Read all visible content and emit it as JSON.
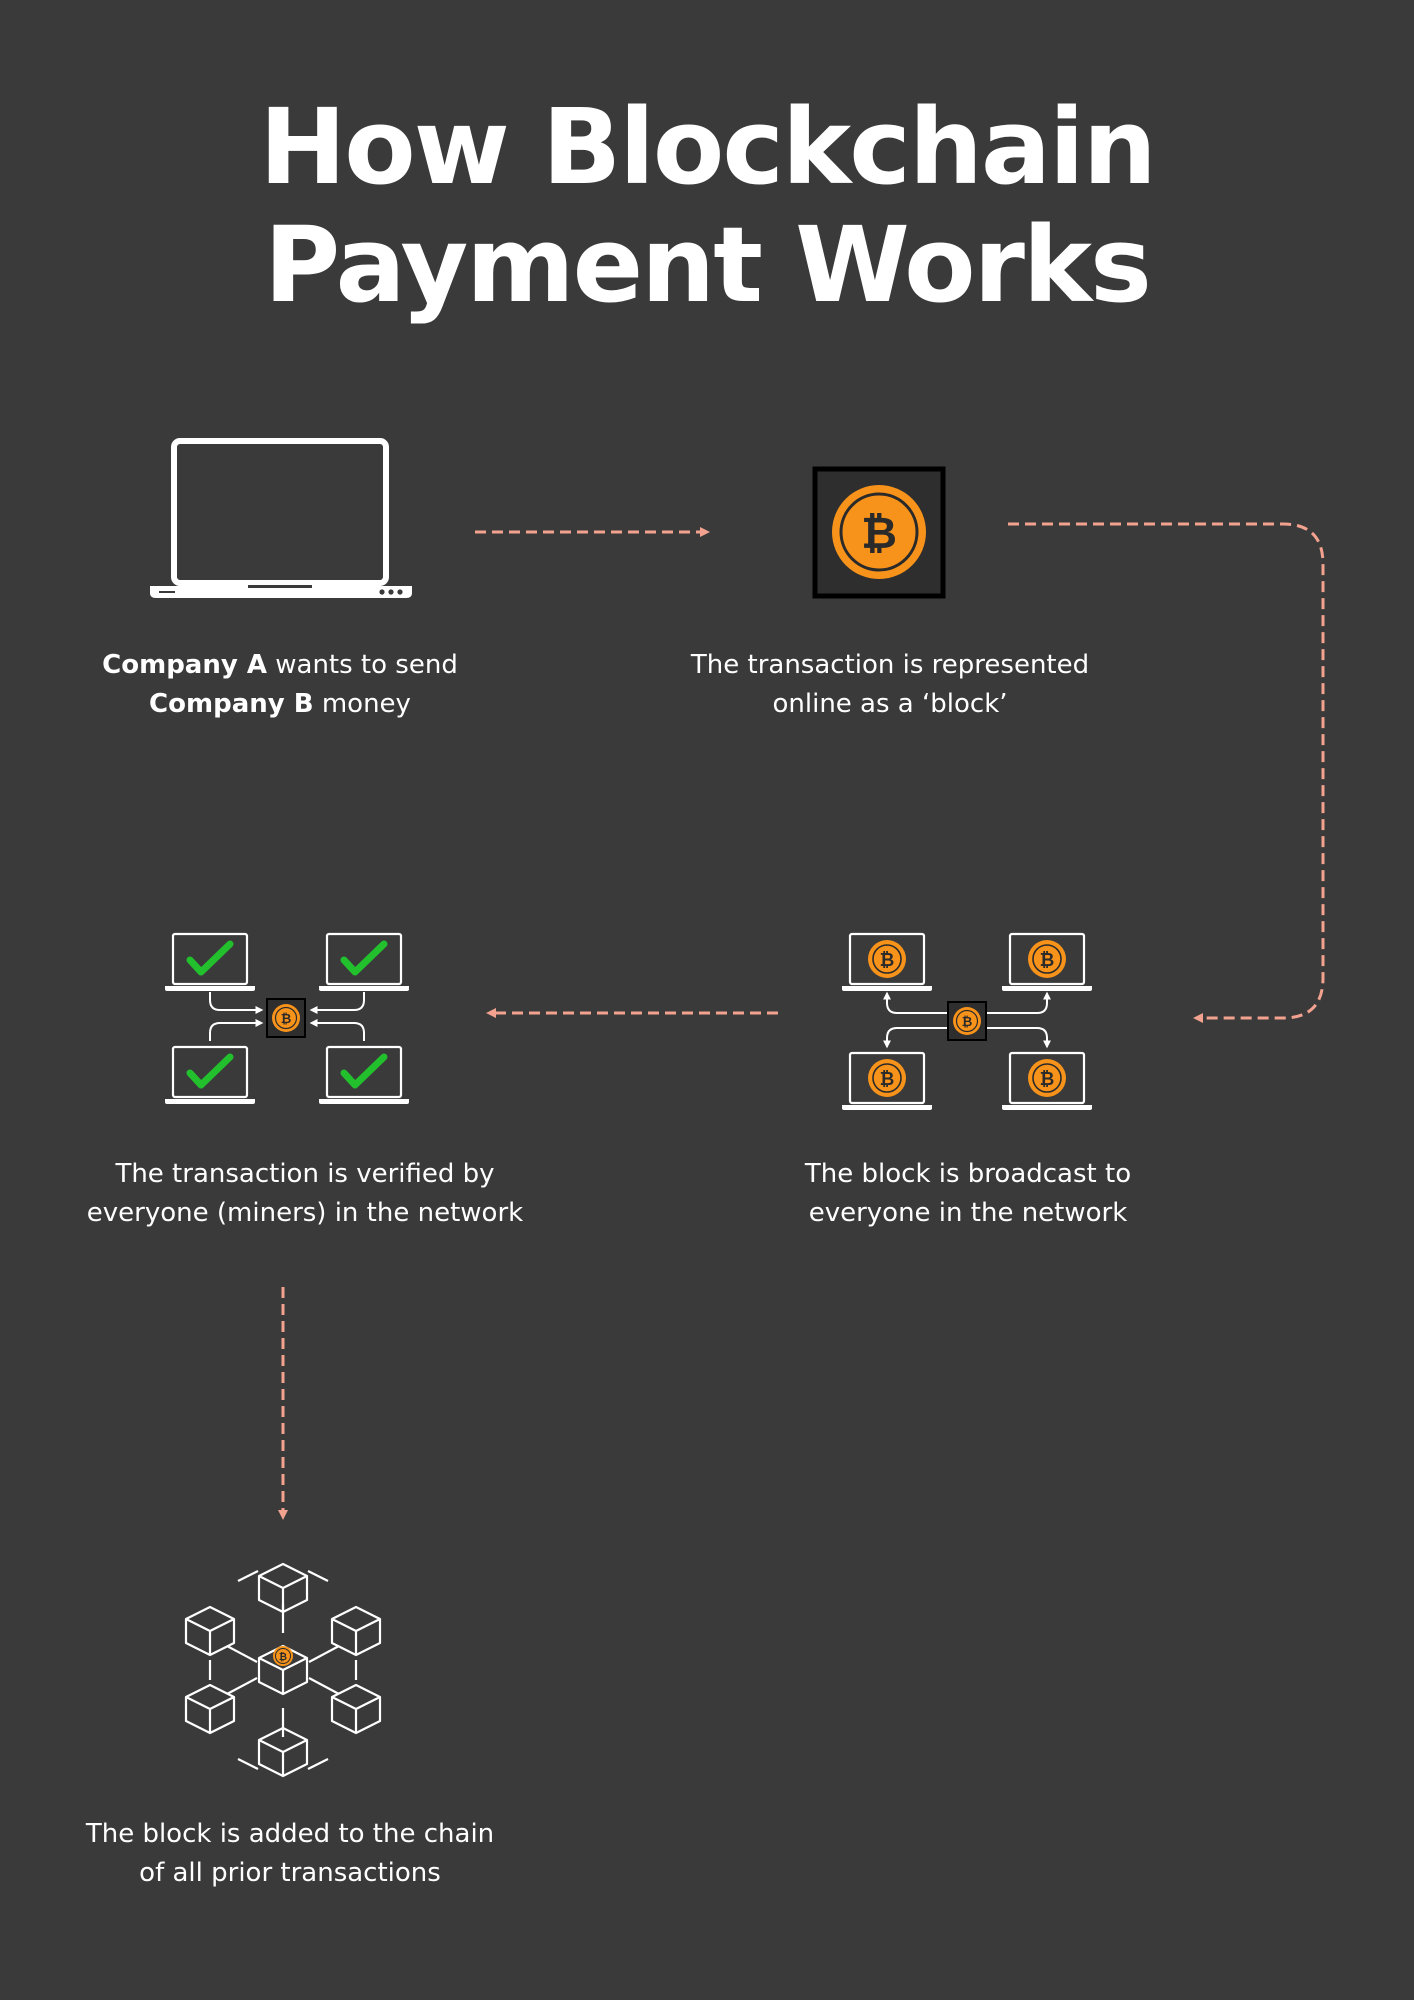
{
  "title": {
    "line1": "How Blockchain",
    "line2": "Payment Works"
  },
  "colors": {
    "background": "#3a3a3a",
    "arrow": "#f2a28f",
    "bitcoin_orange": "#f7931a",
    "check_green": "#23c02d",
    "icon_stroke": "#ffffff"
  },
  "steps": [
    {
      "icon": "laptop-icon",
      "caption": {
        "line1_bold": "Company A",
        "line1_rest": " wants to send",
        "line2_bold": "Company B",
        "line2_rest": " money"
      }
    },
    {
      "icon": "bitcoin-block-icon",
      "caption": {
        "line1": "The transaction is represented",
        "line2": "online as a ‘block’"
      }
    },
    {
      "icon": "broadcast-network-icon",
      "caption": {
        "line1": "The block is broadcast to",
        "line2": "everyone in the network"
      }
    },
    {
      "icon": "verified-network-icon",
      "caption": {
        "line1": "The transaction is verified by",
        "line2": "everyone (miners) in the network"
      }
    },
    {
      "icon": "blockchain-cubes-icon",
      "caption": {
        "line1": "The block is added to the chain",
        "line2": "of all prior transactions"
      }
    }
  ]
}
